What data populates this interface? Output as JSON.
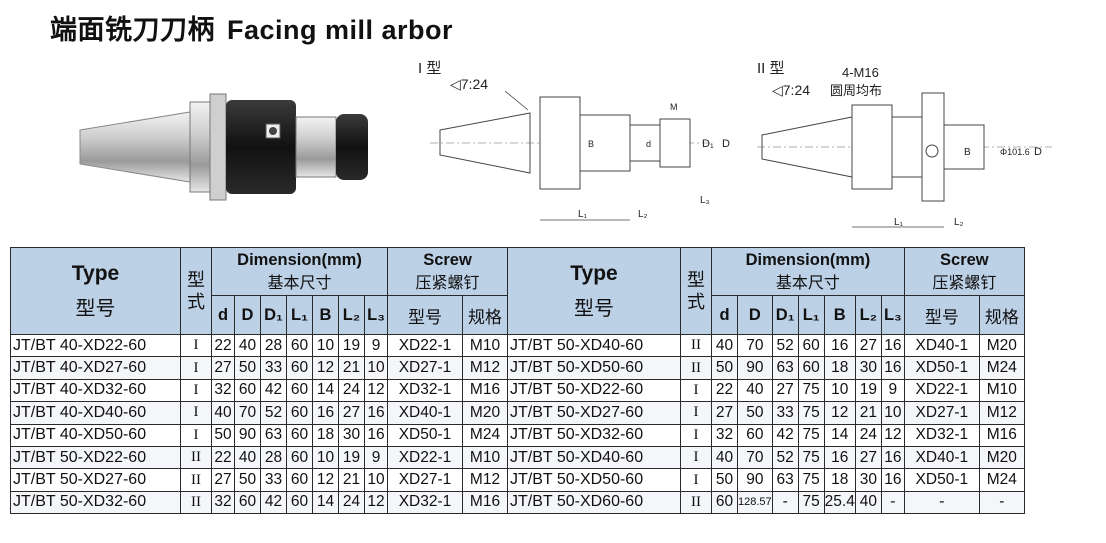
{
  "title": {
    "cn": "端面铣刀刀柄",
    "en": "Facing mill arbor"
  },
  "drawings": {
    "type1": {
      "label": "I 型",
      "taper": "◁7:24",
      "labels": [
        "M",
        "B",
        "d",
        "D₁",
        "D",
        "L₁",
        "L₂",
        "L₃"
      ]
    },
    "type2": {
      "label": "II 型",
      "taper": "◁7:24",
      "note1": "4-M16",
      "note2": "圆周均布",
      "labels": [
        "B",
        "Φ101.6",
        "D",
        "L₁",
        "L₂"
      ]
    }
  },
  "table": {
    "headers": {
      "type_en": "Type",
      "type_cn": "型号",
      "form_cn": "型式",
      "dim_en": "Dimension(mm)",
      "dim_cn": "基本尺寸",
      "screw_en": "Screw",
      "screw_cn": "压紧螺钉",
      "cols": [
        "d",
        "D",
        "D₁",
        "L₁",
        "B",
        "L₂",
        "L₃"
      ],
      "screw_cols": [
        "型号",
        "规格"
      ]
    },
    "left": [
      [
        "JT/BT 40-XD22-60",
        "I",
        "22",
        "40",
        "28",
        "60",
        "10",
        "19",
        "9",
        "XD22-1",
        "M10"
      ],
      [
        "JT/BT 40-XD27-60",
        "I",
        "27",
        "50",
        "33",
        "60",
        "12",
        "21",
        "10",
        "XD27-1",
        "M12"
      ],
      [
        "JT/BT 40-XD32-60",
        "I",
        "32",
        "60",
        "42",
        "60",
        "14",
        "24",
        "12",
        "XD32-1",
        "M16"
      ],
      [
        "JT/BT 40-XD40-60",
        "I",
        "40",
        "70",
        "52",
        "60",
        "16",
        "27",
        "16",
        "XD40-1",
        "M20"
      ],
      [
        "JT/BT 40-XD50-60",
        "I",
        "50",
        "90",
        "63",
        "60",
        "18",
        "30",
        "16",
        "XD50-1",
        "M24"
      ],
      [
        "JT/BT 50-XD22-60",
        "II",
        "22",
        "40",
        "28",
        "60",
        "10",
        "19",
        "9",
        "XD22-1",
        "M10"
      ],
      [
        "JT/BT 50-XD27-60",
        "II",
        "27",
        "50",
        "33",
        "60",
        "12",
        "21",
        "10",
        "XD27-1",
        "M12"
      ],
      [
        "JT/BT 50-XD32-60",
        "II",
        "32",
        "60",
        "42",
        "60",
        "14",
        "24",
        "12",
        "XD32-1",
        "M16"
      ]
    ],
    "right": [
      [
        "JT/BT 50-XD40-60",
        "II",
        "40",
        "70",
        "52",
        "60",
        "16",
        "27",
        "16",
        "XD40-1",
        "M20"
      ],
      [
        "JT/BT 50-XD50-60",
        "II",
        "50",
        "90",
        "63",
        "60",
        "18",
        "30",
        "16",
        "XD50-1",
        "M24"
      ],
      [
        "JT/BT 50-XD22-60",
        "I",
        "22",
        "40",
        "27",
        "75",
        "10",
        "19",
        "9",
        "XD22-1",
        "M10"
      ],
      [
        "JT/BT 50-XD27-60",
        "I",
        "27",
        "50",
        "33",
        "75",
        "12",
        "21",
        "10",
        "XD27-1",
        "M12"
      ],
      [
        "JT/BT 50-XD32-60",
        "I",
        "32",
        "60",
        "42",
        "75",
        "14",
        "24",
        "12",
        "XD32-1",
        "M16"
      ],
      [
        "JT/BT 50-XD40-60",
        "I",
        "40",
        "70",
        "52",
        "75",
        "16",
        "27",
        "16",
        "XD40-1",
        "M20"
      ],
      [
        "JT/BT 50-XD50-60",
        "I",
        "50",
        "90",
        "63",
        "75",
        "18",
        "30",
        "16",
        "XD50-1",
        "M24"
      ],
      [
        "JT/BT 50-XD60-60",
        "II",
        "60",
        "128.57",
        "-",
        "75",
        "25.4",
        "40",
        "-",
        "-",
        "-"
      ]
    ]
  }
}
